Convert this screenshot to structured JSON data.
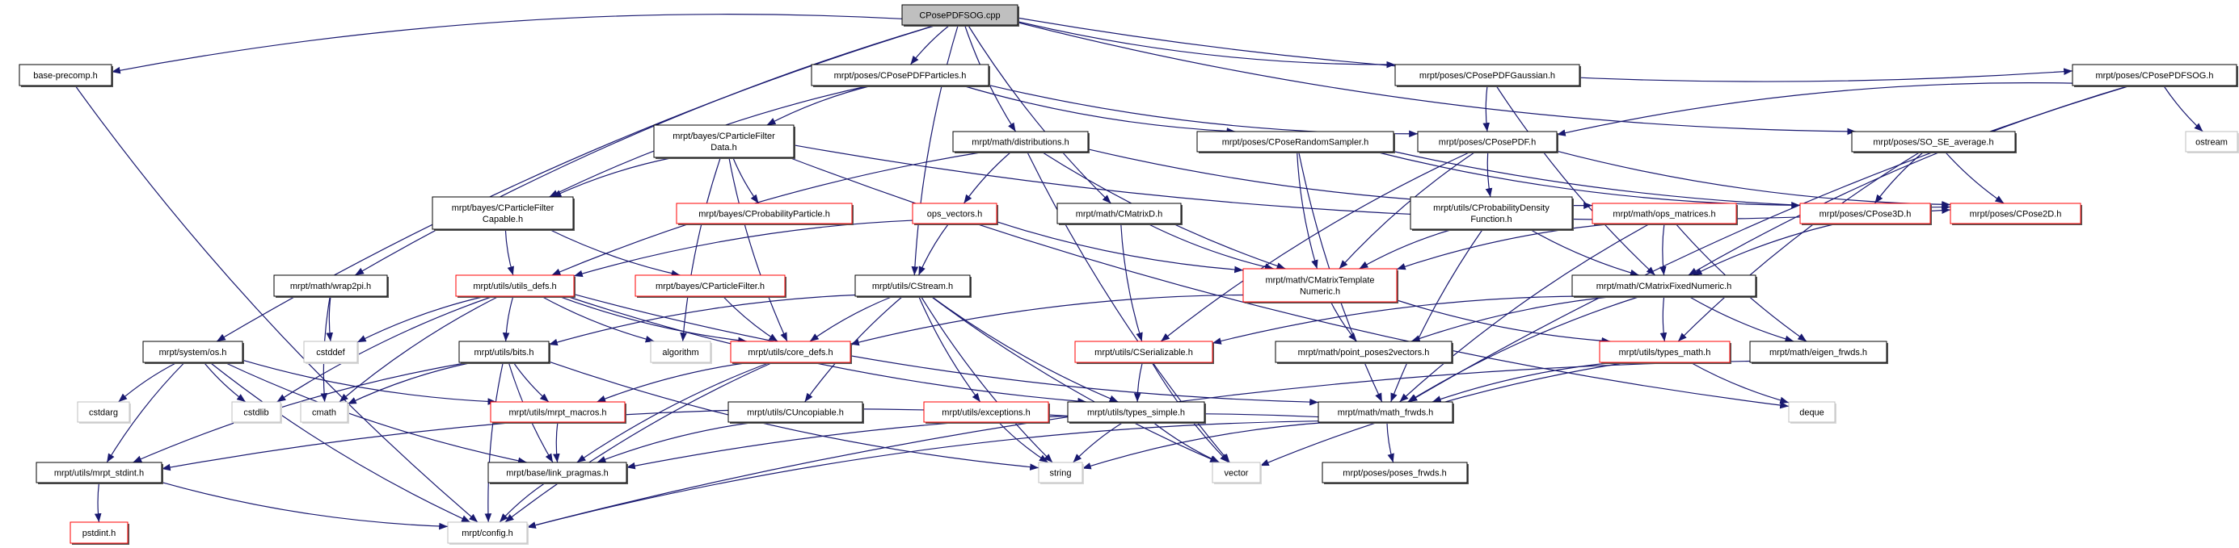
{
  "colors": {
    "edge": "#191970",
    "normal_border": "#000000",
    "red_border": "#ff0000",
    "gray_border": "#bfbfbf",
    "root_fill": "#bfbfbf"
  },
  "nodes": [
    {
      "id": "root",
      "label": "CPosePDFSOG.cpp",
      "style": "root"
    },
    {
      "id": "baseprecomp",
      "label": "base-precomp.h",
      "style": "normal"
    },
    {
      "id": "pdfparticles",
      "label": "mrpt/poses/CPosePDFParticles.h",
      "style": "normal"
    },
    {
      "id": "pdfgaussian",
      "label": "mrpt/poses/CPosePDFGaussian.h",
      "style": "normal"
    },
    {
      "id": "pdfsog",
      "label": "mrpt/poses/CPosePDFSOG.h",
      "style": "normal"
    },
    {
      "id": "pfdata",
      "label": "mrpt/bayes/CParticleFilter\nData.h",
      "style": "normal"
    },
    {
      "id": "distributions",
      "label": "mrpt/math/distributions.h",
      "style": "normal"
    },
    {
      "id": "randsampler",
      "label": "mrpt/poses/CPoseRandomSampler.h",
      "style": "normal"
    },
    {
      "id": "posepdf",
      "label": "mrpt/poses/CPosePDF.h",
      "style": "normal"
    },
    {
      "id": "sose",
      "label": "mrpt/poses/SO_SE_average.h",
      "style": "normal"
    },
    {
      "id": "ostream",
      "label": "ostream",
      "style": "gray"
    },
    {
      "id": "pfcapable",
      "label": "mrpt/bayes/CParticleFilter\nCapable.h",
      "style": "normal"
    },
    {
      "id": "probparticle",
      "label": "mrpt/bayes/CProbabilityParticle.h",
      "style": "red"
    },
    {
      "id": "opsvectors",
      "label": "ops_vectors.h",
      "style": "red"
    },
    {
      "id": "cmatrixd",
      "label": "mrpt/math/CMatrixD.h",
      "style": "normal"
    },
    {
      "id": "probdensity",
      "label": "mrpt/utils/CProbabilityDensity\nFunction.h",
      "style": "normal"
    },
    {
      "id": "opsmatrices",
      "label": "mrpt/math/ops_matrices.h",
      "style": "red"
    },
    {
      "id": "cpose3d",
      "label": "mrpt/poses/CPose3D.h",
      "style": "red"
    },
    {
      "id": "cpose2d",
      "label": "mrpt/poses/CPose2D.h",
      "style": "red"
    },
    {
      "id": "wrap2pi",
      "label": "mrpt/math/wrap2pi.h",
      "style": "normal"
    },
    {
      "id": "utilsdefs",
      "label": "mrpt/utils/utils_defs.h",
      "style": "red"
    },
    {
      "id": "pfilter",
      "label": "mrpt/bayes/CParticleFilter.h",
      "style": "red"
    },
    {
      "id": "cstream",
      "label": "mrpt/utils/CStream.h",
      "style": "normal"
    },
    {
      "id": "templnum",
      "label": "mrpt/math/CMatrixTemplate\nNumeric.h",
      "style": "red"
    },
    {
      "id": "fixednum",
      "label": "mrpt/math/CMatrixFixedNumeric.h",
      "style": "normal"
    },
    {
      "id": "osh",
      "label": "mrpt/system/os.h",
      "style": "normal"
    },
    {
      "id": "cstddef",
      "label": "cstddef",
      "style": "gray"
    },
    {
      "id": "bits",
      "label": "mrpt/utils/bits.h",
      "style": "normal"
    },
    {
      "id": "algorithm",
      "label": "algorithm",
      "style": "gray"
    },
    {
      "id": "coredefs",
      "label": "mrpt/utils/core_defs.h",
      "style": "red"
    },
    {
      "id": "serializable",
      "label": "mrpt/utils/CSerializable.h",
      "style": "red"
    },
    {
      "id": "pp2v",
      "label": "mrpt/math/point_poses2vectors.h",
      "style": "normal"
    },
    {
      "id": "typesmath",
      "label": "mrpt/utils/types_math.h",
      "style": "red"
    },
    {
      "id": "eigenfrwds",
      "label": "mrpt/math/eigen_frwds.h",
      "style": "normal"
    },
    {
      "id": "cstdarg",
      "label": "cstdarg",
      "style": "gray"
    },
    {
      "id": "cstdlib",
      "label": "cstdlib",
      "style": "gray"
    },
    {
      "id": "cmath",
      "label": "cmath",
      "style": "gray"
    },
    {
      "id": "macros",
      "label": "mrpt/utils/mrpt_macros.h",
      "style": "red"
    },
    {
      "id": "uncopiable",
      "label": "mrpt/utils/CUncopiable.h",
      "style": "normal"
    },
    {
      "id": "exceptions",
      "label": "mrpt/utils/exceptions.h",
      "style": "red"
    },
    {
      "id": "typessimple",
      "label": "mrpt/utils/types_simple.h",
      "style": "normal"
    },
    {
      "id": "mathfrwds",
      "label": "mrpt/math/math_frwds.h",
      "style": "normal"
    },
    {
      "id": "deque",
      "label": "deque",
      "style": "gray"
    },
    {
      "id": "stdint",
      "label": "mrpt/utils/mrpt_stdint.h",
      "style": "normal"
    },
    {
      "id": "linkpragmas",
      "label": "mrpt/base/link_pragmas.h",
      "style": "normal"
    },
    {
      "id": "string",
      "label": "string",
      "style": "gray"
    },
    {
      "id": "vector",
      "label": "vector",
      "style": "gray"
    },
    {
      "id": "posesfrwds",
      "label": "mrpt/poses/poses_frwds.h",
      "style": "normal"
    },
    {
      "id": "pstdint",
      "label": "pstdint.h",
      "style": "red"
    },
    {
      "id": "config",
      "label": "mrpt/config.h",
      "style": "gray"
    }
  ],
  "edges": [
    [
      "root",
      "baseprecomp"
    ],
    [
      "root",
      "pdfparticles"
    ],
    [
      "root",
      "distributions"
    ],
    [
      "root",
      "cmatrixd"
    ],
    [
      "root",
      "pdfgaussian"
    ],
    [
      "root",
      "sose"
    ],
    [
      "root",
      "pdfsog"
    ],
    [
      "root",
      "osh"
    ],
    [
      "root",
      "wrap2pi"
    ],
    [
      "root",
      "cstream"
    ],
    [
      "baseprecomp",
      "config"
    ],
    [
      "pdfparticles",
      "pfdata"
    ],
    [
      "pdfparticles",
      "pfcapable"
    ],
    [
      "pdfparticles",
      "posepdf"
    ],
    [
      "pdfparticles",
      "randsampler"
    ],
    [
      "pfdata",
      "pfcapable"
    ],
    [
      "pfdata",
      "probparticle"
    ],
    [
      "pfdata",
      "algorithm"
    ],
    [
      "pfdata",
      "coredefs"
    ],
    [
      "pfdata",
      "cpose2d"
    ],
    [
      "pfdata",
      "deque"
    ],
    [
      "distributions",
      "opsvectors"
    ],
    [
      "distributions",
      "utilsdefs"
    ],
    [
      "distributions",
      "templnum"
    ],
    [
      "distributions",
      "vector"
    ],
    [
      "distributions",
      "opsmatrices"
    ],
    [
      "pfcapable",
      "utilsdefs"
    ],
    [
      "pfcapable",
      "pfilter"
    ],
    [
      "opsvectors",
      "utilsdefs"
    ],
    [
      "opsvectors",
      "cstream"
    ],
    [
      "opsvectors",
      "templnum"
    ],
    [
      "cmatrixd",
      "serializable"
    ],
    [
      "cmatrixd",
      "templnum"
    ],
    [
      "pdfgaussian",
      "posepdf"
    ],
    [
      "pdfgaussian",
      "fixednum"
    ],
    [
      "pdfsog",
      "posepdf"
    ],
    [
      "pdfsog",
      "ostream"
    ],
    [
      "pdfsog",
      "fixednum"
    ],
    [
      "pdfsog",
      "mathfrwds"
    ],
    [
      "randsampler",
      "templnum"
    ],
    [
      "randsampler",
      "mathfrwds"
    ],
    [
      "randsampler",
      "cpose3d"
    ],
    [
      "randsampler",
      "cpose2d"
    ],
    [
      "posepdf",
      "templnum"
    ],
    [
      "posepdf",
      "probdensity"
    ],
    [
      "posepdf",
      "cpose2d"
    ],
    [
      "posepdf",
      "serializable"
    ],
    [
      "sose",
      "cpose3d"
    ],
    [
      "sose",
      "cpose2d"
    ],
    [
      "sose",
      "typesmath"
    ],
    [
      "probdensity",
      "templnum"
    ],
    [
      "probdensity",
      "fixednum"
    ],
    [
      "probdensity",
      "mathfrwds"
    ],
    [
      "opsmatrices",
      "templnum"
    ],
    [
      "opsmatrices",
      "fixednum"
    ],
    [
      "opsmatrices",
      "mathfrwds"
    ],
    [
      "opsmatrices",
      "eigenfrwds"
    ],
    [
      "cpose3d",
      "fixednum"
    ],
    [
      "templnum",
      "coredefs"
    ],
    [
      "templnum",
      "pp2v"
    ],
    [
      "templnum",
      "typesmath"
    ],
    [
      "fixednum",
      "serializable"
    ],
    [
      "fixednum",
      "pp2v"
    ],
    [
      "fixednum",
      "typesmath"
    ],
    [
      "fixednum",
      "mathfrwds"
    ],
    [
      "fixednum",
      "eigenfrwds"
    ],
    [
      "wrap2pi",
      "cstddef"
    ],
    [
      "wrap2pi",
      "cmath"
    ],
    [
      "utilsdefs",
      "cstddef"
    ],
    [
      "utilsdefs",
      "bits"
    ],
    [
      "utilsdefs",
      "algorithm"
    ],
    [
      "utilsdefs",
      "coredefs"
    ],
    [
      "utilsdefs",
      "cstdlib"
    ],
    [
      "utilsdefs",
      "cmath"
    ],
    [
      "utilsdefs",
      "typessimple"
    ],
    [
      "utilsdefs",
      "mathfrwds"
    ],
    [
      "pfilter",
      "coredefs"
    ],
    [
      "cstream",
      "bits"
    ],
    [
      "cstream",
      "coredefs"
    ],
    [
      "cstream",
      "uncopiable"
    ],
    [
      "cstream",
      "exceptions"
    ],
    [
      "cstream",
      "typessimple"
    ],
    [
      "cstream",
      "vector"
    ],
    [
      "cstream",
      "string"
    ],
    [
      "osh",
      "cstdarg"
    ],
    [
      "osh",
      "cstdlib"
    ],
    [
      "osh",
      "macros"
    ],
    [
      "osh",
      "stdint"
    ],
    [
      "osh",
      "linkpragmas"
    ],
    [
      "osh",
      "config"
    ],
    [
      "bits",
      "cmath"
    ],
    [
      "bits",
      "macros"
    ],
    [
      "bits",
      "linkpragmas"
    ],
    [
      "bits",
      "config"
    ],
    [
      "bits",
      "stdint"
    ],
    [
      "bits",
      "string"
    ],
    [
      "coredefs",
      "macros"
    ],
    [
      "coredefs",
      "linkpragmas"
    ],
    [
      "coredefs",
      "config"
    ],
    [
      "serializable",
      "typessimple"
    ],
    [
      "serializable",
      "vector"
    ],
    [
      "typesmath",
      "mathfrwds"
    ],
    [
      "typesmath",
      "vector"
    ],
    [
      "typesmath",
      "deque"
    ],
    [
      "eigenfrwds",
      "config"
    ],
    [
      "macros",
      "linkpragmas"
    ],
    [
      "uncopiable",
      "linkpragmas"
    ],
    [
      "exceptions",
      "string"
    ],
    [
      "typessimple",
      "string"
    ],
    [
      "typessimple",
      "vector"
    ],
    [
      "typessimple",
      "stdint"
    ],
    [
      "mathfrwds",
      "string"
    ],
    [
      "mathfrwds",
      "linkpragmas"
    ],
    [
      "mathfrwds",
      "posesfrwds"
    ],
    [
      "mathfrwds",
      "config"
    ],
    [
      "stdint",
      "pstdint"
    ],
    [
      "stdint",
      "config"
    ],
    [
      "linkpragmas",
      "config"
    ]
  ]
}
